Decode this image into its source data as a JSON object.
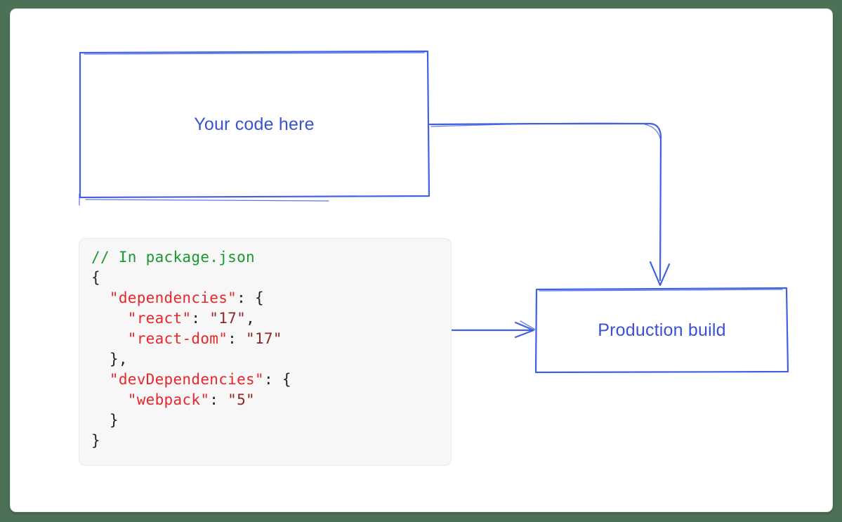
{
  "diagram": {
    "your_code_box": {
      "label": "Your code here"
    },
    "production_box": {
      "label": "Production build"
    },
    "highlight_box": {
      "purpose": "dependencies-block-highlight"
    },
    "arrows": [
      {
        "from": "your-code-box",
        "to": "production-box",
        "direction": "right-then-down"
      },
      {
        "from": "dependencies-highlight",
        "to": "production-box",
        "direction": "right"
      }
    ],
    "colors": {
      "stroke_blue": "#4160e2",
      "label_blue": "#3a52d4",
      "frame_green": "#4d7156",
      "panel_background": "#f7f7f8",
      "comment_green": "#18992f",
      "key_red": "#e8262b",
      "value_dark_red": "#8e2727",
      "punctuation_black": "#222222"
    }
  },
  "code_block": {
    "title_comment": "// In package.json",
    "lines": [
      {
        "segments": [
          {
            "t": "// In package.json"
          }
        ]
      },
      {
        "segments": [
          {
            "t": "{"
          }
        ]
      },
      {
        "segments": [
          {
            "t": "  "
          },
          {
            "t": "\"dependencies\""
          },
          {
            "t": ": {"
          }
        ]
      },
      {
        "segments": [
          {
            "t": "    "
          },
          {
            "t": "\"react\""
          },
          {
            "t": ": "
          },
          {
            "t": "\"17\""
          },
          {
            "t": ","
          }
        ]
      },
      {
        "segments": [
          {
            "t": "    "
          },
          {
            "t": "\"react-dom\""
          },
          {
            "t": ": "
          },
          {
            "t": "\"17\""
          }
        ]
      },
      {
        "segments": [
          {
            "t": "  },"
          }
        ]
      },
      {
        "segments": [
          {
            "t": "  "
          },
          {
            "t": "\"devDependencies\""
          },
          {
            "t": ": {"
          }
        ]
      },
      {
        "segments": [
          {
            "t": "    "
          },
          {
            "t": "\"webpack\""
          },
          {
            "t": ": "
          },
          {
            "t": "\"5\""
          }
        ]
      },
      {
        "segments": [
          {
            "t": "  }"
          }
        ]
      },
      {
        "segments": [
          {
            "t": "}"
          }
        ]
      }
    ]
  }
}
